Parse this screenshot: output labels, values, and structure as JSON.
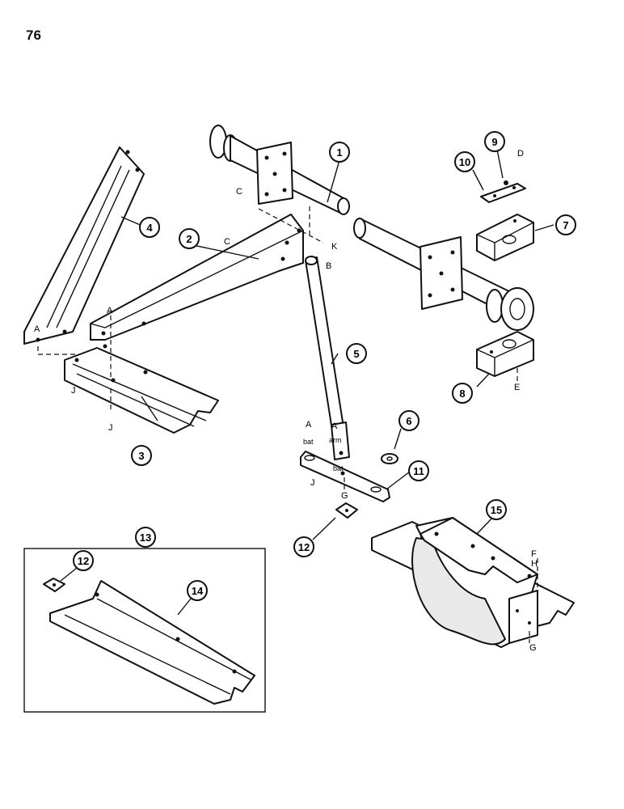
{
  "page_number": "76",
  "callouts": [
    "1",
    "2",
    "3",
    "4",
    "5",
    "6",
    "7",
    "8",
    "9",
    "10",
    "11",
    "12",
    "13",
    "14",
    "15",
    "12"
  ],
  "letters": {
    "c1": "C",
    "c2": "C",
    "k": "K",
    "b": "B",
    "a1": "A",
    "a2": "A",
    "a3": "A",
    "a4": "A",
    "j1": "J",
    "j2": "J",
    "j3": "J",
    "d": "D",
    "e": "E",
    "g1": "G",
    "g2": "G",
    "f": "F",
    "h": "H"
  },
  "small_labels": {
    "bat1": "bat",
    "arm": "arm",
    "bat2": "bat"
  },
  "colors": {
    "line": "#111111",
    "paper": "#ffffff",
    "shade": "#e9e9e9"
  }
}
